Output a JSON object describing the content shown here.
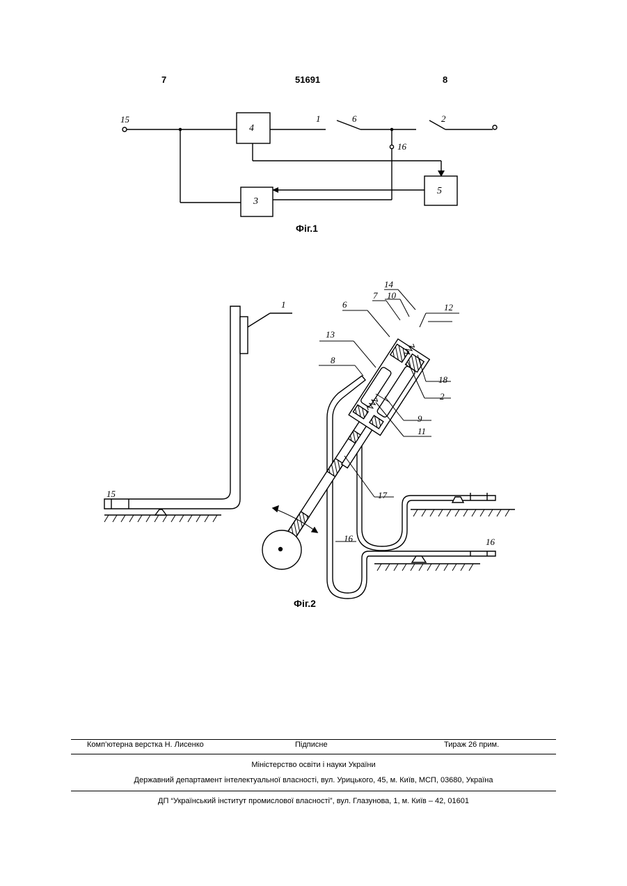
{
  "header": {
    "left_page": "7",
    "patent_number": "51691",
    "right_page": "8"
  },
  "fig1": {
    "caption": "Фіг.1",
    "labels": {
      "terminal_15": "15",
      "box_4": "4",
      "line_1": "1",
      "switch_6": "6",
      "switch_2": "2",
      "node_16": "16",
      "box_5": "5",
      "box_3": "3"
    }
  },
  "fig2": {
    "caption": "Фіг.2",
    "labels": {
      "l1": "1",
      "l6": "6",
      "l7": "7",
      "l10": "10",
      "l14": "14",
      "l12": "12",
      "l13": "13",
      "l8": "8",
      "l18": "18",
      "l2": "2",
      "l9": "9",
      "l11": "11",
      "l17": "17",
      "l15": "15",
      "l16a": "16",
      "l16b": "16"
    }
  },
  "footer": {
    "layout": "Комп’ютерна верстка Н. Лисенко",
    "signed": "Підписне",
    "circulation": "Тираж 26 прим.",
    "ministry": "Міністерство освіти і науки України",
    "department": "Державний департамент інтелектуальної власності, вул. Урицького, 45, м. Київ, МСП, 03680, Україна",
    "institute": "ДП “Український інститут промислової власності”, вул. Глазунова, 1, м. Київ – 42, 01601"
  }
}
